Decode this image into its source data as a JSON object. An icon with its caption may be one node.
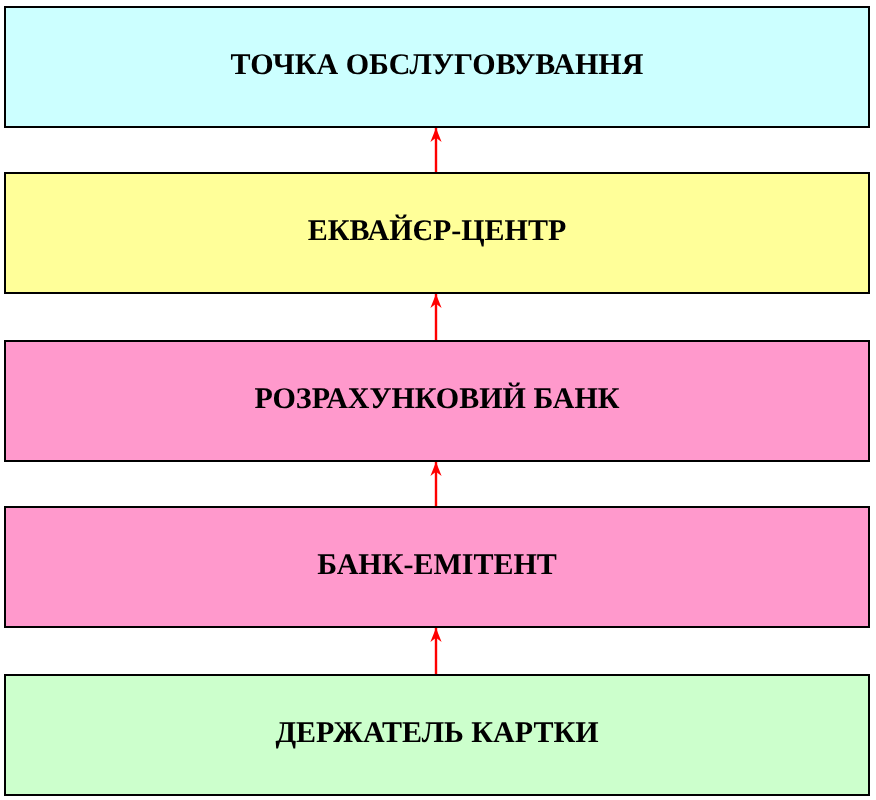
{
  "diagram": {
    "nodes": [
      {
        "text": [
          "ТОЧКА ОБСЛУГОВУВАННЯ"
        ]
      },
      {
        "text": [
          "ЕКВАЙЄР-ЦЕНТР"
        ]
      },
      {
        "text": [
          "РОЗРАХУНКОВИЙ БАНК"
        ]
      },
      {
        "text": [
          "БАНК-ЕМІТЕНТ"
        ]
      },
      {
        "text": [
          "ДЕРЖАТЕЛЬ КАРТКИ"
        ]
      }
    ],
    "edges": [
      {
        "from": 1,
        "to": 0,
        "arrow": "to",
        "color": "#ff0000"
      },
      {
        "from": 2,
        "to": 1,
        "arrow": "to",
        "color": "#ff0000"
      },
      {
        "from": 3,
        "to": 2,
        "arrow": "to",
        "color": "#ff0000"
      },
      {
        "from": 4,
        "to": 3,
        "arrow": "to",
        "color": "#ff0000"
      }
    ]
  }
}
